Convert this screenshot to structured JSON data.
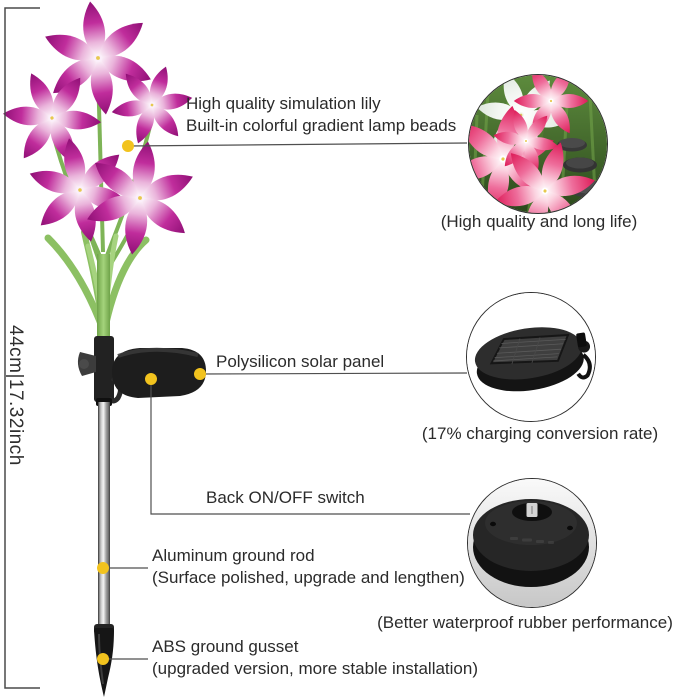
{
  "dimension_label": "44cm|17.32inch",
  "callouts": {
    "lily": {
      "line1": "High quality simulation lily",
      "line2": "Built-in colorful gradient lamp beads"
    },
    "solar_panel": {
      "label": "Polysilicon solar panel"
    },
    "switch": {
      "label": "Back ON/OFF switch"
    },
    "rod": {
      "line1": "Aluminum ground rod",
      "line2": "(Surface polished, upgrade and lengthen)"
    },
    "gusset": {
      "line1": "ABS ground gusset",
      "line2": "(upgraded version, more stable installation)"
    }
  },
  "insets": {
    "lily": {
      "caption": "(High quality and long life)"
    },
    "panel": {
      "caption": "(17% charging conversion rate)"
    },
    "base": {
      "caption": "(Better waterproof rubber performance)"
    }
  },
  "colors": {
    "accent_dot": "#F2C31E",
    "petal_magenta": "#C02D9C",
    "leaf_green": "#86BD60",
    "text": "#2B2B2B",
    "callout_line": "#4F4F4F"
  }
}
